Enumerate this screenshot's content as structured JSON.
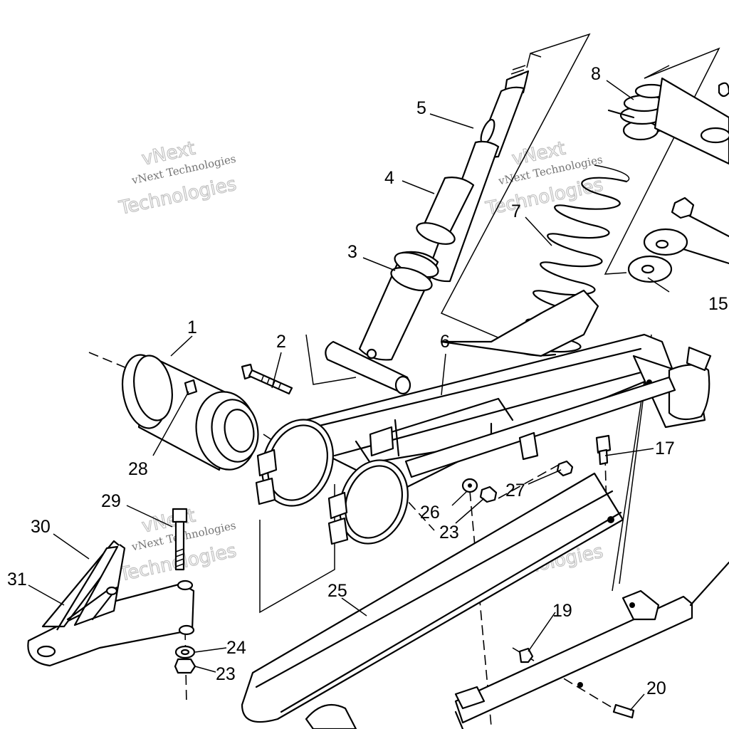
{
  "watermark": {
    "line1": "vNext",
    "line2": "vNext Technologies",
    "line3": "Technologies"
  },
  "callouts": [
    {
      "id": "1",
      "label": "1"
    },
    {
      "id": "2",
      "label": "2"
    },
    {
      "id": "3",
      "label": "3"
    },
    {
      "id": "4",
      "label": "4"
    },
    {
      "id": "5",
      "label": "5"
    },
    {
      "id": "6",
      "label": "6"
    },
    {
      "id": "7",
      "label": "7"
    },
    {
      "id": "8",
      "label": "8"
    },
    {
      "id": "15",
      "label": "15"
    },
    {
      "id": "17",
      "label": "17"
    },
    {
      "id": "19",
      "label": "19"
    },
    {
      "id": "20",
      "label": "20"
    },
    {
      "id": "23a",
      "label": "23"
    },
    {
      "id": "23b",
      "label": "23"
    },
    {
      "id": "24",
      "label": "24"
    },
    {
      "id": "25",
      "label": "25"
    },
    {
      "id": "26",
      "label": "26"
    },
    {
      "id": "27",
      "label": "27"
    },
    {
      "id": "28",
      "label": "28"
    },
    {
      "id": "29",
      "label": "29"
    },
    {
      "id": "30",
      "label": "30"
    },
    {
      "id": "31",
      "label": "31"
    }
  ]
}
